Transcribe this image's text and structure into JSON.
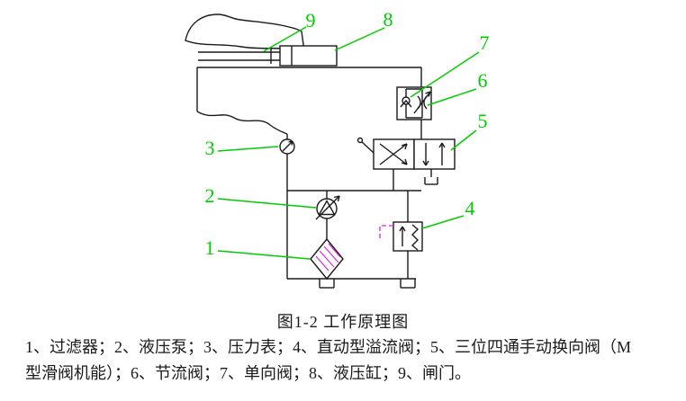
{
  "colors": {
    "leader": "#00cc00",
    "pilot": "#e020e0",
    "line": "#1a1a1a"
  },
  "labels": {
    "n1": "1",
    "n2": "2",
    "n3": "3",
    "n4": "4",
    "n5": "5",
    "n6": "6",
    "n7": "7",
    "n8": "8",
    "n9": "9"
  },
  "caption": "图1-2 工作原理图",
  "legend": {
    "line1": "1、过滤器；2、液压泵；3、压力表；4、直动型溢流阀；5、三位四通手动换向阀（M",
    "line2": "型滑阀机能）；6、节流阀；7、单向阀；8、液压缸；9、闸门。"
  },
  "components": {
    "c1": "过滤器",
    "c2": "液压泵",
    "c3": "压力表",
    "c4": "直动型溢流阀",
    "c5": "三位四通手动换向阀（M型滑阀机能）",
    "c6": "节流阀",
    "c7": "单向阀",
    "c8": "液压缸",
    "c9": "闸门"
  }
}
